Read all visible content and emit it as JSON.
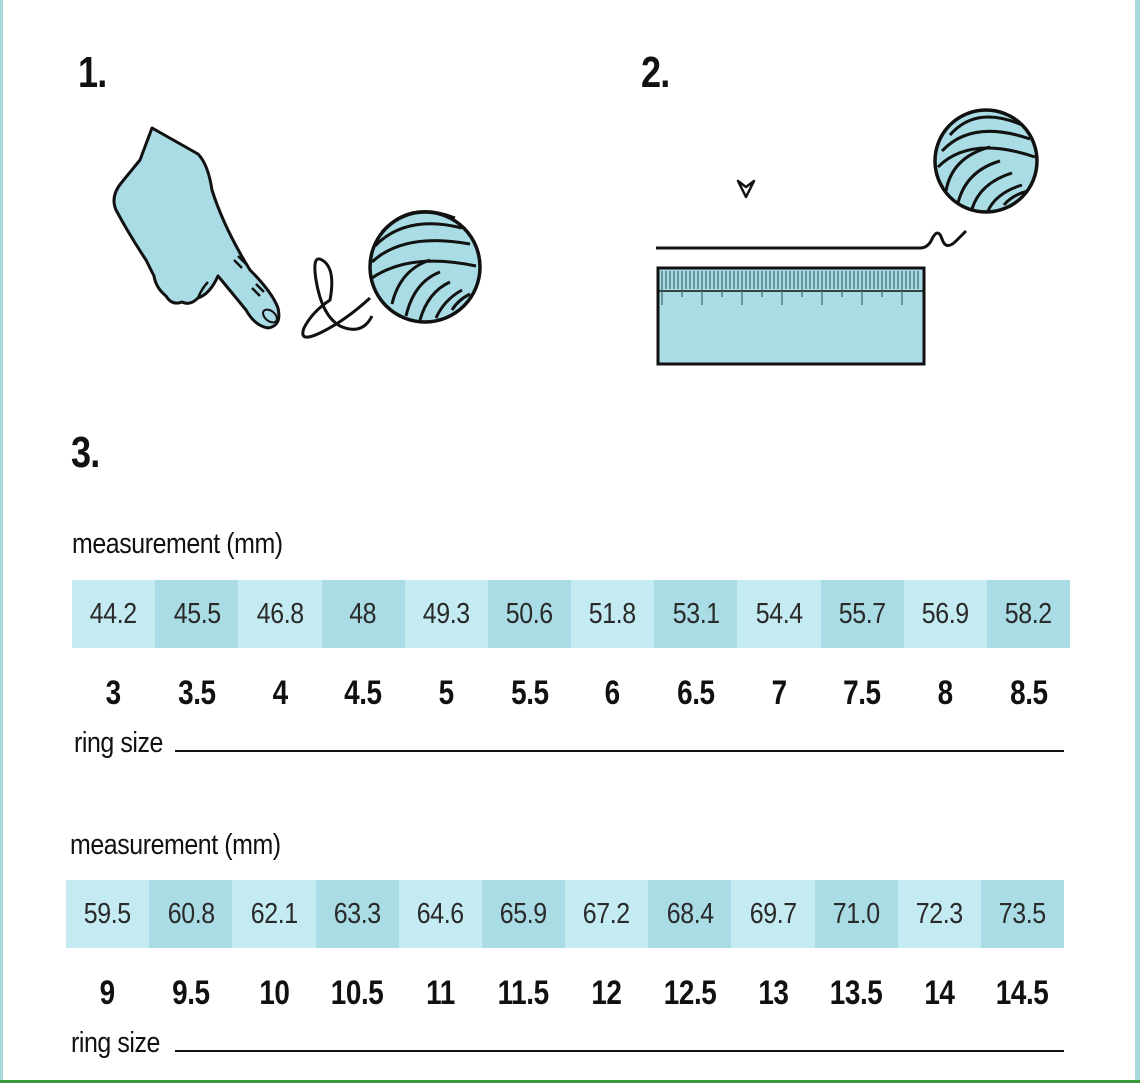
{
  "steps": {
    "step1": "1.",
    "step2": "2.",
    "step3": "3."
  },
  "icons": {
    "step1": [
      "pointing-hand-icon",
      "yarn-ball-icon"
    ],
    "step2": [
      "arrow-marker-icon",
      "string-line-icon",
      "ruler-icon",
      "yarn-ball-icon"
    ]
  },
  "colors": {
    "illustration_fill": "#a9dce4",
    "cell_light": "#c4ebf1",
    "cell_dark": "#a9dce4",
    "outline": "#111111"
  },
  "table1": {
    "measurement_label": "measurement (mm)",
    "ring_size_label": "ring size",
    "measurements": [
      "44.2",
      "45.5",
      "46.8",
      "48",
      "49.3",
      "50.6",
      "51.8",
      "53.1",
      "54.4",
      "55.7",
      "56.9",
      "58.2"
    ],
    "sizes": [
      "3",
      "3.5",
      "4",
      "4.5",
      "5",
      "5.5",
      "6",
      "6.5",
      "7",
      "7.5",
      "8",
      "8.5"
    ]
  },
  "table2": {
    "measurement_label": "measurement (mm)",
    "ring_size_label": "ring size",
    "measurements": [
      "59.5",
      "60.8",
      "62.1",
      "63.3",
      "64.6",
      "65.9",
      "67.2",
      "68.4",
      "69.7",
      "71.0",
      "72.3",
      "73.5"
    ],
    "sizes": [
      "9",
      "9.5",
      "10",
      "10.5",
      "11",
      "11.5",
      "12",
      "12.5",
      "13",
      "13.5",
      "14",
      "14.5"
    ]
  }
}
